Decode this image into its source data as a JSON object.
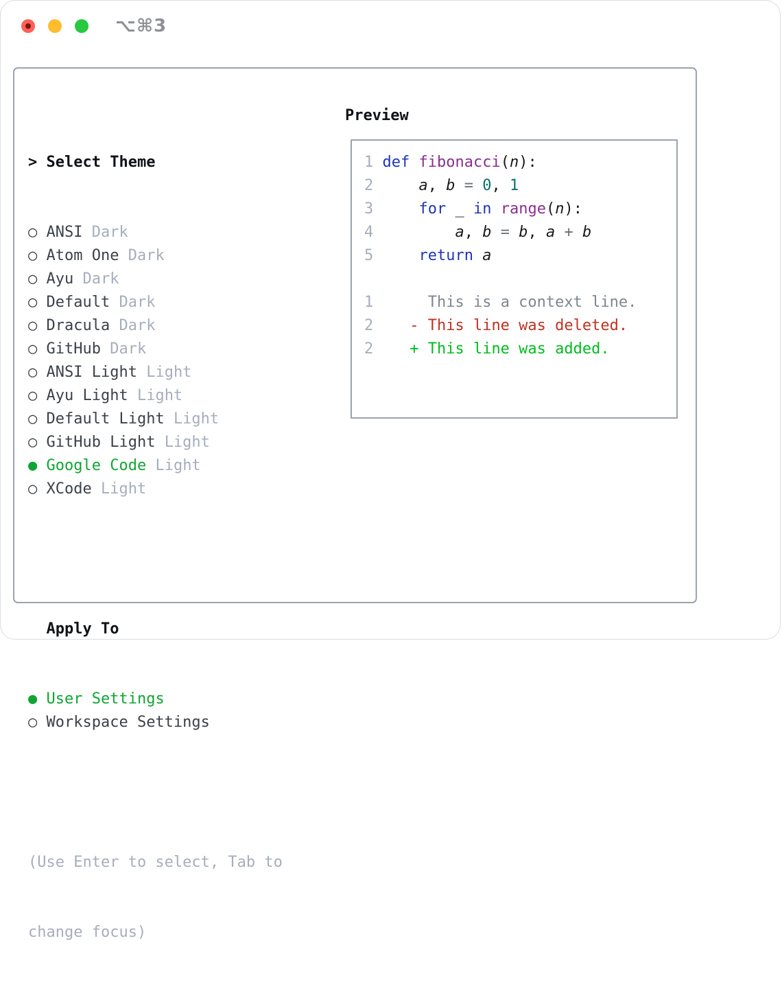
{
  "titlebar": {
    "title": "⌥⌘3",
    "traffic_lights": {
      "close": "#ff5f57",
      "minimize": "#febc2e",
      "zoom": "#28c840"
    }
  },
  "markers": {
    "unselected": "○",
    "selected": "●",
    "cursor": ">",
    "header_indent": "  "
  },
  "theme_panel": {
    "header": "Select Theme",
    "items": [
      {
        "label": "ANSI",
        "variant": "Dark",
        "selected": false
      },
      {
        "label": "Atom One",
        "variant": "Dark",
        "selected": false
      },
      {
        "label": "Ayu",
        "variant": "Dark",
        "selected": false
      },
      {
        "label": "Default",
        "variant": "Dark",
        "selected": false
      },
      {
        "label": "Dracula",
        "variant": "Dark",
        "selected": false
      },
      {
        "label": "GitHub",
        "variant": "Dark",
        "selected": false
      },
      {
        "label": "ANSI Light",
        "variant": "Light",
        "selected": false
      },
      {
        "label": "Ayu Light",
        "variant": "Light",
        "selected": false
      },
      {
        "label": "Default Light",
        "variant": "Light",
        "selected": false
      },
      {
        "label": "GitHub Light",
        "variant": "Light",
        "selected": false
      },
      {
        "label": "Google Code",
        "variant": "Light",
        "selected": true
      },
      {
        "label": "XCode",
        "variant": "Light",
        "selected": false
      }
    ]
  },
  "apply_panel": {
    "header": "Apply To",
    "options": [
      {
        "label": "User Settings",
        "selected": true
      },
      {
        "label": "Workspace Settings",
        "selected": false
      }
    ]
  },
  "help": {
    "lines": [
      "(Use Enter to select, Tab to",
      "change focus)"
    ]
  },
  "preview": {
    "header": "Preview",
    "code_lines": [
      {
        "num": "1",
        "tokens": [
          [
            "plain",
            " "
          ],
          [
            "kw",
            "def"
          ],
          [
            "plain",
            " "
          ],
          [
            "fn",
            "fibonacci"
          ],
          [
            "plain",
            "("
          ],
          [
            "var",
            "n"
          ],
          [
            "plain",
            "):"
          ]
        ]
      },
      {
        "num": "2",
        "tokens": [
          [
            "plain",
            "     "
          ],
          [
            "var",
            "a"
          ],
          [
            "plain",
            ", "
          ],
          [
            "var",
            "b"
          ],
          [
            "plain",
            " "
          ],
          [
            "op",
            "="
          ],
          [
            "plain",
            " "
          ],
          [
            "lit",
            "0"
          ],
          [
            "plain",
            ", "
          ],
          [
            "lit",
            "1"
          ]
        ]
      },
      {
        "num": "3",
        "tokens": [
          [
            "plain",
            "     "
          ],
          [
            "kw",
            "for"
          ],
          [
            "plain",
            " "
          ],
          [
            "var",
            "_"
          ],
          [
            "plain",
            " "
          ],
          [
            "kw",
            "in"
          ],
          [
            "plain",
            " "
          ],
          [
            "fn",
            "range"
          ],
          [
            "plain",
            "("
          ],
          [
            "var",
            "n"
          ],
          [
            "plain",
            "):"
          ]
        ]
      },
      {
        "num": "4",
        "tokens": [
          [
            "plain",
            "         "
          ],
          [
            "var",
            "a"
          ],
          [
            "plain",
            ", "
          ],
          [
            "var",
            "b"
          ],
          [
            "plain",
            " "
          ],
          [
            "op",
            "="
          ],
          [
            "plain",
            " "
          ],
          [
            "var",
            "b"
          ],
          [
            "plain",
            ", "
          ],
          [
            "var",
            "a"
          ],
          [
            "plain",
            " "
          ],
          [
            "op",
            "+"
          ],
          [
            "plain",
            " "
          ],
          [
            "var",
            "b"
          ]
        ]
      },
      {
        "num": "5",
        "tokens": [
          [
            "plain",
            "     "
          ],
          [
            "kw",
            "return"
          ],
          [
            "plain",
            " "
          ],
          [
            "var",
            "a"
          ]
        ]
      },
      {
        "num": "",
        "tokens": []
      },
      {
        "num": "1",
        "tokens": [
          [
            "plain",
            "      "
          ],
          [
            "ctx",
            "This is a context line."
          ]
        ]
      },
      {
        "num": "2",
        "tokens": [
          [
            "plain",
            "    "
          ],
          [
            "del",
            "- This line was deleted."
          ]
        ]
      },
      {
        "num": "2",
        "tokens": [
          [
            "plain",
            "    "
          ],
          [
            "add",
            "+ This line was added."
          ]
        ]
      }
    ]
  },
  "colors": {
    "keyword": "#2135b5",
    "function": "#8b2f8f",
    "literal": "#0e6d6e",
    "operator": "#6a7178",
    "line_number": "#a6aebc",
    "context": "#7e8691",
    "deleted": "#c13222",
    "added": "#00bd1f",
    "selected_green": "#10a532",
    "text_name": "#3b4149",
    "text_muted": "#a6aebc"
  }
}
